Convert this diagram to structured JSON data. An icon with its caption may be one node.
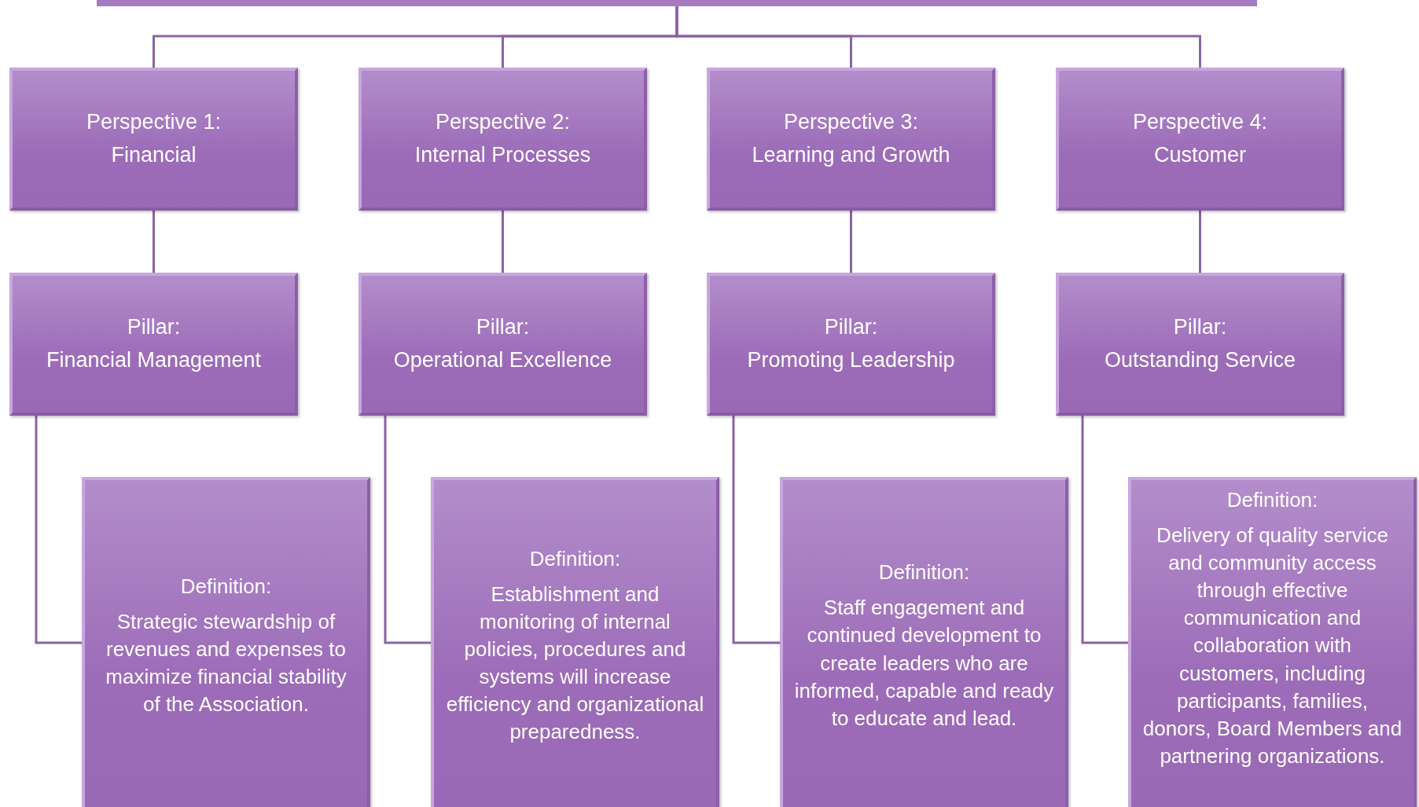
{
  "diagram": {
    "nodes": [
      {
        "text": [],
        "shape": "box"
      },
      {
        "text": [
          "Perspective 1:",
          "Financial"
        ]
      },
      {
        "text": [
          "Perspective 2:",
          "Internal Processes"
        ]
      },
      {
        "text": [
          "Perspective 3:",
          "Learning and Growth"
        ]
      },
      {
        "text": [
          "Perspective 4:",
          "Customer"
        ]
      },
      {
        "text": [
          "Pillar:",
          "Financial Management"
        ]
      },
      {
        "text": [
          "Pillar:",
          "Operational Excellence"
        ]
      },
      {
        "text": [
          "Pillar:",
          "Promoting Leadership"
        ]
      },
      {
        "text": [
          "Pillar:",
          "Outstanding Service"
        ]
      },
      {
        "text": [
          "Definition:",
          "Strategic stewardship of revenues and expenses to maximize financial stability of the Association."
        ]
      },
      {
        "text": [
          "Definition:",
          "Establishment and monitoring of internal policies, procedures and systems will increase efficiency and organizational preparedness."
        ]
      },
      {
        "text": [
          "Definition:",
          "Staff engagement and continued development to create leaders who are informed, capable and ready to educate and lead."
        ]
      },
      {
        "text": [
          "Definition:",
          "Delivery of quality service and community access through effective communication and collaboration with customers, including participants, families, donors, Board Members and partnering organizations."
        ]
      }
    ],
    "edges": [
      {
        "from": 0,
        "to": 1,
        "arrow": "none"
      },
      {
        "from": 0,
        "to": 2,
        "arrow": "none"
      },
      {
        "from": 0,
        "to": 3,
        "arrow": "none"
      },
      {
        "from": 0,
        "to": 4,
        "arrow": "none"
      },
      {
        "from": 1,
        "to": 5,
        "arrow": "none"
      },
      {
        "from": 2,
        "to": 6,
        "arrow": "none"
      },
      {
        "from": 3,
        "to": 7,
        "arrow": "none"
      },
      {
        "from": 4,
        "to": 8,
        "arrow": "none"
      },
      {
        "from": 5,
        "to": 9,
        "arrow": "none"
      },
      {
        "from": 6,
        "to": 10,
        "arrow": "none"
      },
      {
        "from": 7,
        "to": 11,
        "arrow": "none"
      },
      {
        "from": 8,
        "to": 12,
        "arrow": "none"
      }
    ]
  }
}
